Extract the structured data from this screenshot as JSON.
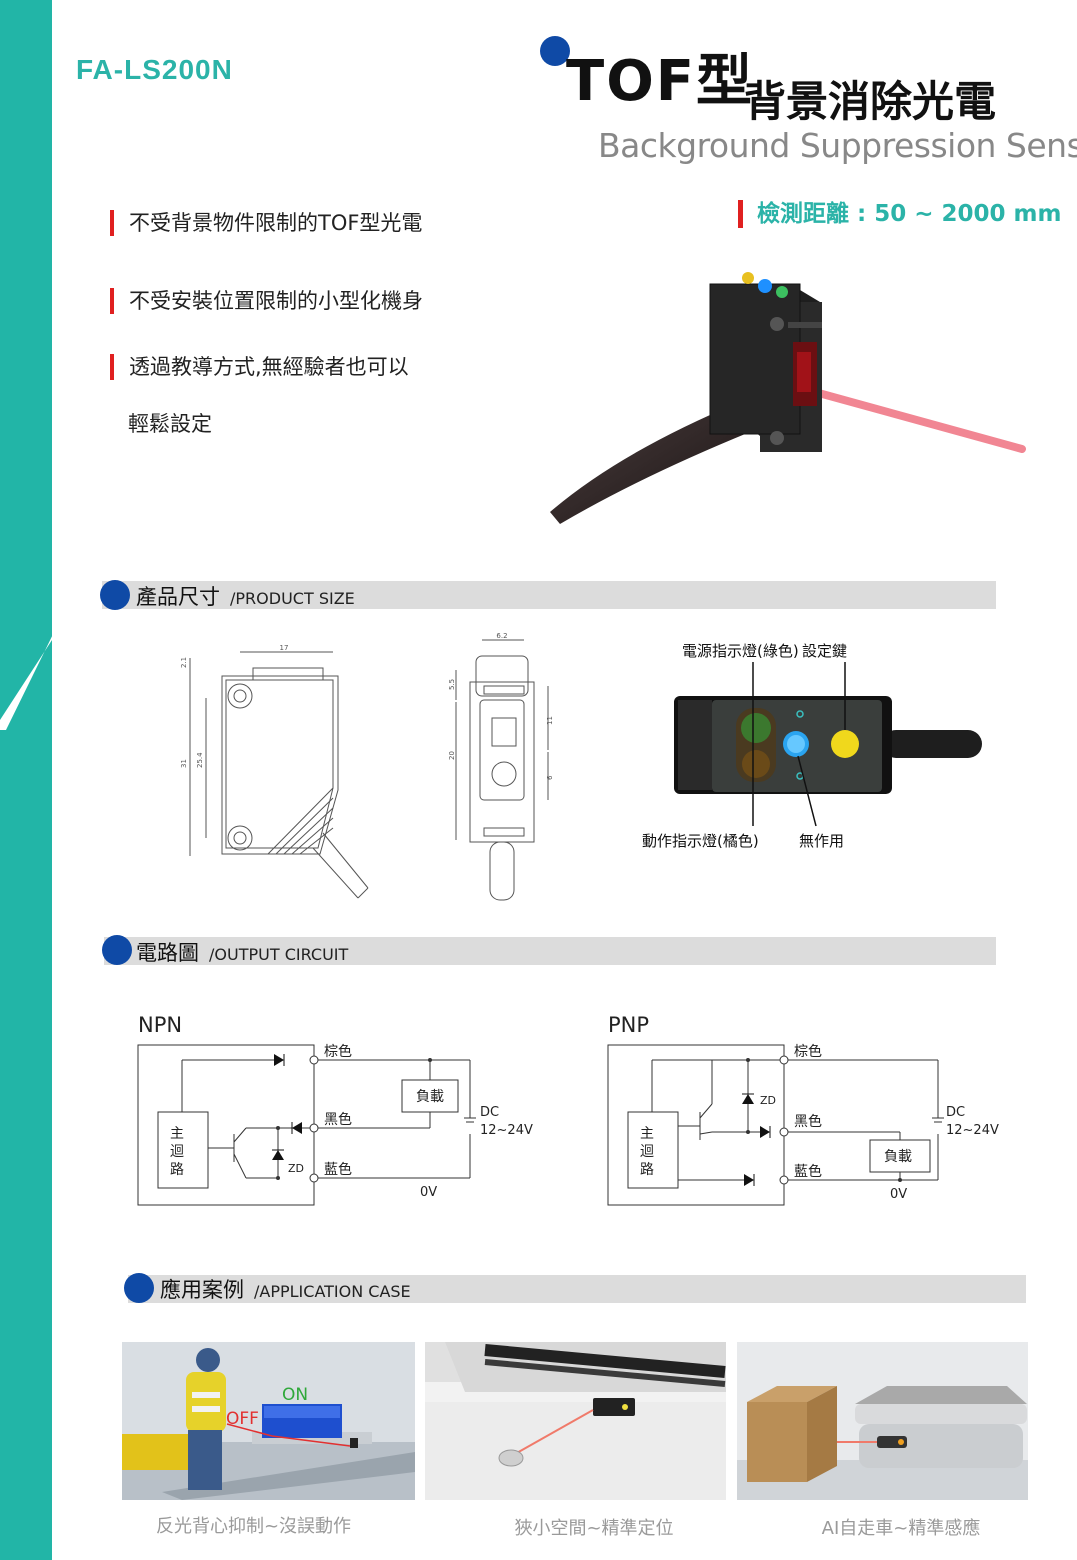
{
  "header": {
    "model": "FA-LS200N",
    "title_main": "TOF型",
    "title_sub": "背景消除光電",
    "title_en": "Background Suppression Sensor",
    "detection_range": "檢測距離 : 50 ~ 2000 mm"
  },
  "features": [
    "不受背景物件限制的TOF型光電",
    "不受安裝位置限制的小型化機身",
    "透過教導方式,無經驗者也可以",
    "輕鬆設定"
  ],
  "sections": {
    "product_size": {
      "zh": "產品尺寸",
      "en": "/PRODUCT SIZE"
    },
    "output_circuit": {
      "zh": "電路圖",
      "en": "/OUTPUT CIRCUIT"
    },
    "application_case": {
      "zh": "應用案例",
      "en": "/APPLICATION CASE"
    }
  },
  "dimensions": {
    "front": [
      "17",
      "2.1",
      "31",
      "25.4"
    ],
    "side": [
      "6.2",
      "5.5",
      "20",
      "11",
      "6"
    ]
  },
  "indicators": {
    "power_led": "電源指示燈(綠色)",
    "setting_key": "設定鍵",
    "action_led": "動作指示燈(橘色)",
    "unused": "無作用"
  },
  "circuits": {
    "npn": {
      "label": "NPN",
      "main_circuit": [
        "主",
        "迴",
        "路"
      ],
      "brown": "棕色",
      "black": "黑色",
      "blue": "藍色",
      "load": "負載",
      "dc": "DC",
      "voltage": "12~24V",
      "zero_v": "0V",
      "zd": "ZD"
    },
    "pnp": {
      "label": "PNP",
      "main_circuit": [
        "主",
        "迴",
        "路"
      ],
      "brown": "棕色",
      "black": "黑色",
      "blue": "藍色",
      "load": "負載",
      "dc": "DC",
      "voltage": "12~24V",
      "zero_v": "0V",
      "zd": "ZD"
    }
  },
  "applications": [
    {
      "caption": "反光背心抑制~沒誤動作",
      "on": "ON",
      "off": "OFF"
    },
    {
      "caption": "狹小空間~精準定位"
    },
    {
      "caption": "AI自走車~精準感應"
    }
  ],
  "colors": {
    "teal": "#22b5a7",
    "blue_dot": "#0f4aa6",
    "red_accent": "#e02020",
    "section_bar": "#dcdcdc"
  }
}
